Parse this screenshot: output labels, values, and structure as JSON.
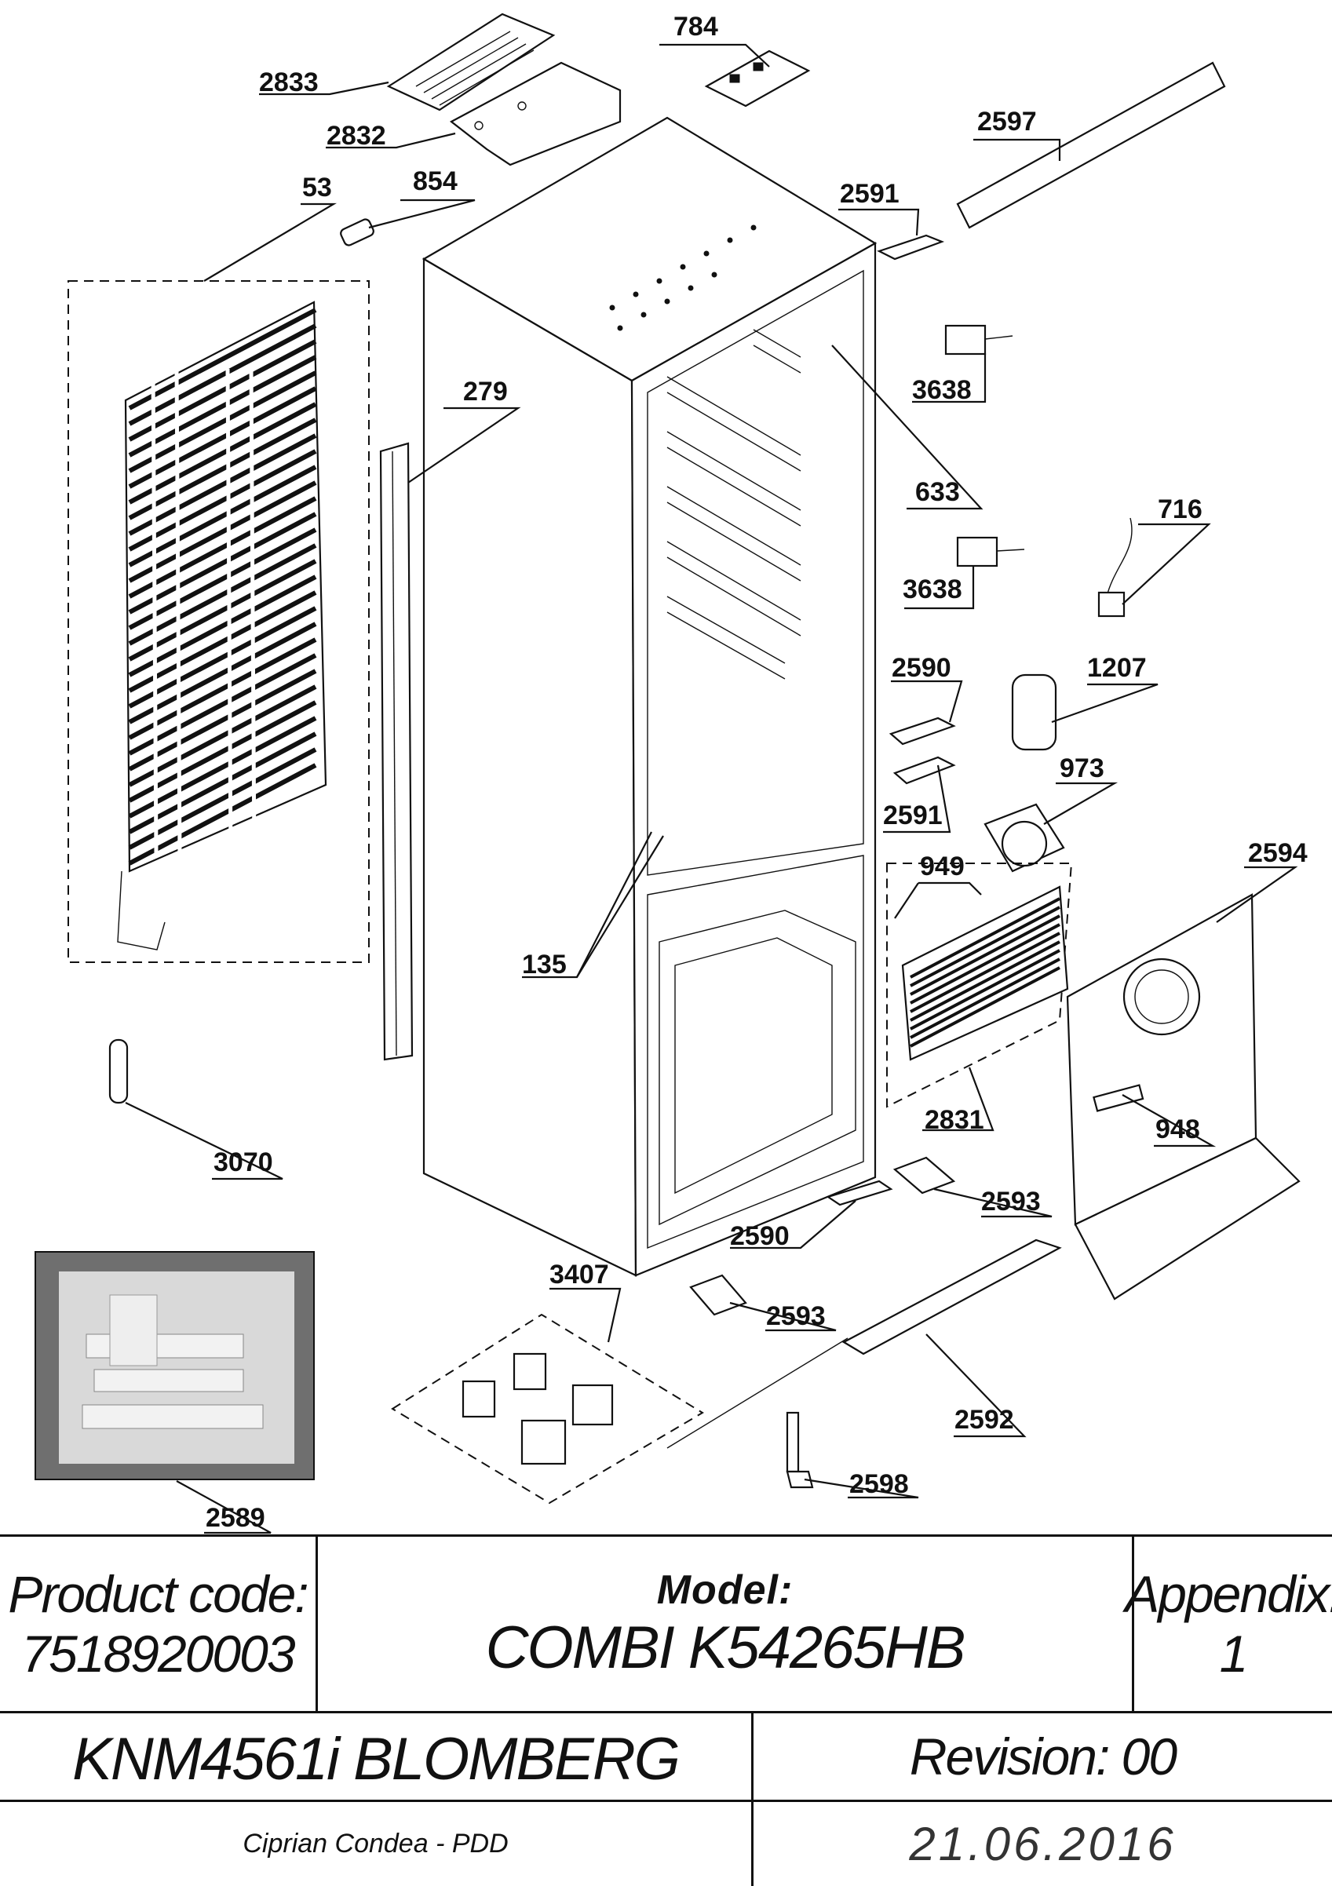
{
  "callouts": {
    "c784": "784",
    "c2833": "2833",
    "c2832": "2832",
    "c2597": "2597",
    "c53": "53",
    "c854": "854",
    "c2591a": "2591",
    "c3638a": "3638",
    "c279": "279",
    "c633": "633",
    "c716": "716",
    "c3638b": "3638",
    "c2590a": "2590",
    "c1207": "1207",
    "c973": "973",
    "c2591b": "2591",
    "c949": "949",
    "c2594": "2594",
    "c135": "135",
    "c2831": "2831",
    "c948": "948",
    "c3070": "3070",
    "c2593a": "2593",
    "c2590b": "2590",
    "c3407": "3407",
    "c2593b": "2593",
    "c2592": "2592",
    "c2598": "2598",
    "c2589": "2589"
  },
  "title_block": {
    "product_code_label": "Product code:",
    "product_code_value": "7518920003",
    "model_label": "Model:",
    "model_value": "COMBI K54265HB",
    "appendix_label": "Appendix:",
    "appendix_value": "1",
    "product_name": "KNM4561i BLOMBERG",
    "revision": "Revision: 00",
    "author": "Ciprian Condea - PDD",
    "date": "21.06.2016"
  }
}
